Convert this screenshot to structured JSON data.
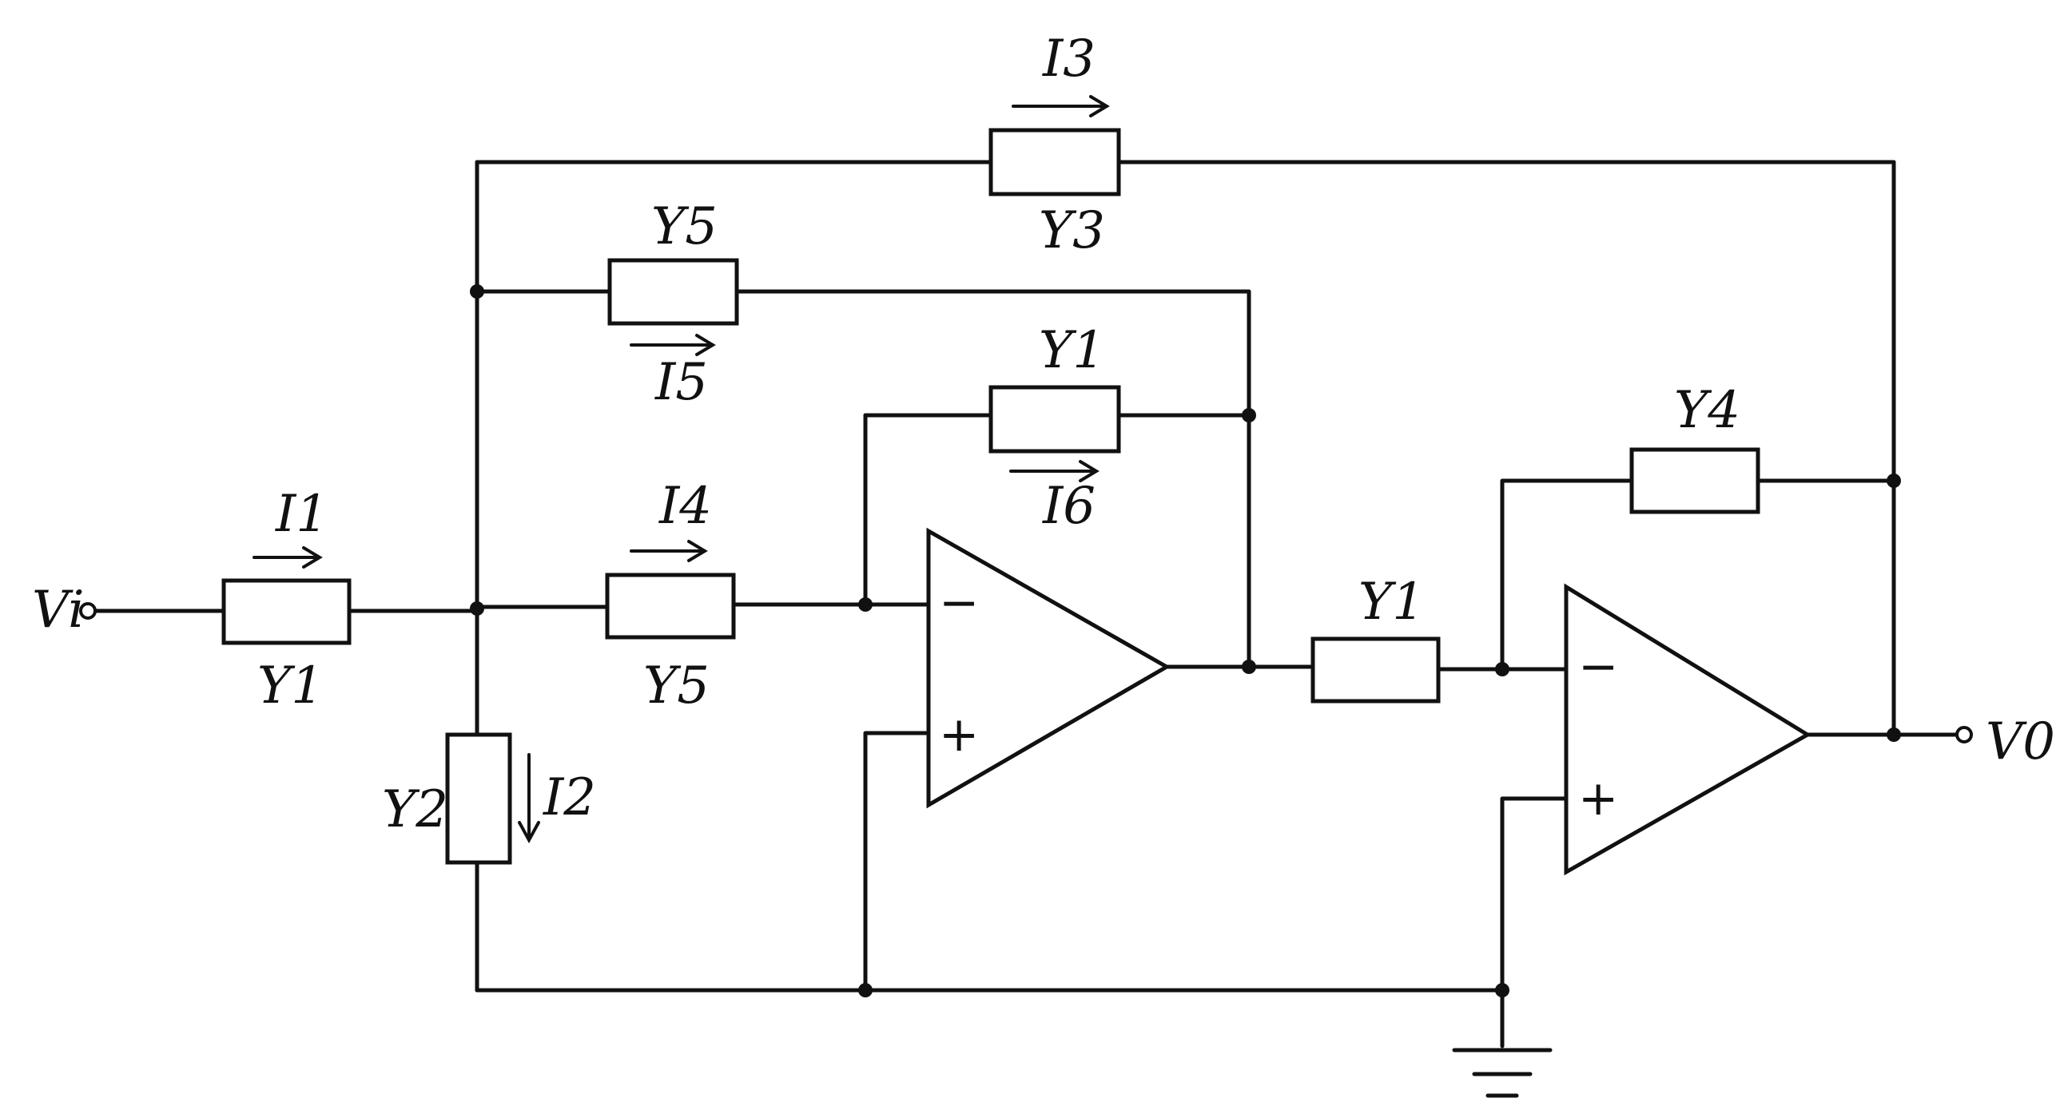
{
  "terminals": {
    "input": "Vi",
    "output": "V0"
  },
  "components": {
    "in_y1": "Y1",
    "shunt_y2": "Y2",
    "fwd_y5": "Y5",
    "fb_y5": "Y5",
    "top_y3": "Y3",
    "opamp1_fb_y1": "Y1",
    "mid_y1": "Y1",
    "opamp2_fb_y4": "Y4"
  },
  "currents": {
    "i1": "I1",
    "i2": "I2",
    "i3": "I3",
    "i4": "I4",
    "i5": "I5",
    "i6": "I6"
  },
  "opamp_signs": {
    "minus": "−",
    "plus": "+"
  }
}
